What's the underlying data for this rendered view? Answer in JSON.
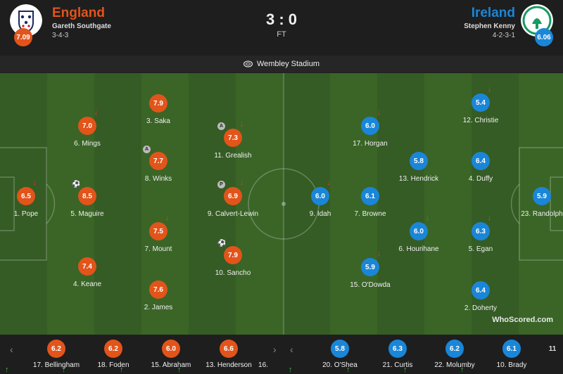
{
  "home": {
    "name": "England",
    "manager": "Gareth Southgate",
    "formation": "3-4-3",
    "rating": "7.09",
    "color": "#e2541a"
  },
  "away": {
    "name": "Ireland",
    "manager": "Stephen Kenny",
    "formation": "4-2-3-1",
    "rating": "6.06",
    "color": "#1a86d8"
  },
  "match": {
    "score": "3 : 0",
    "status": "FT",
    "venue": "Wembley Stadium"
  },
  "watermark": "WhoScored.com",
  "home_players": [
    {
      "rating": "6.5",
      "label": "1. Pope",
      "arrow": true
    },
    {
      "rating": "7.0",
      "label": "6. Mings",
      "arrow": true
    },
    {
      "rating": "8.5",
      "label": "5. Maguire",
      "ball": true
    },
    {
      "rating": "7.4",
      "label": "4. Keane"
    },
    {
      "rating": "7.9",
      "label": "3. Saka"
    },
    {
      "rating": "7.7",
      "label": "8. Winks",
      "assist": true
    },
    {
      "rating": "7.5",
      "label": "7. Mount",
      "arrow": true
    },
    {
      "rating": "7.6",
      "label": "2. James"
    },
    {
      "rating": "7.3",
      "label": "11. Grealish",
      "assist": true,
      "arrow": true
    },
    {
      "rating": "6.9",
      "label": "9. Calvert-Lewin",
      "penalty": true,
      "arrow": true
    },
    {
      "rating": "7.9",
      "label": "10. Sancho",
      "ball": true
    }
  ],
  "away_players": [
    {
      "rating": "6.0",
      "label": "9. Idah",
      "arrow": true
    },
    {
      "rating": "6.0",
      "label": "17. Horgan",
      "arrow": true
    },
    {
      "rating": "6.1",
      "label": "7. Browne"
    },
    {
      "rating": "5.9",
      "label": "15. O'Dowda",
      "arrow": true
    },
    {
      "rating": "5.8",
      "label": "13. Hendrick"
    },
    {
      "rating": "6.0",
      "label": "6. Hourihane",
      "arrow": true
    },
    {
      "rating": "5.4",
      "label": "12. Christie",
      "arrow": true
    },
    {
      "rating": "6.4",
      "label": "4. Duffy"
    },
    {
      "rating": "6.3",
      "label": "5. Egan",
      "arrow": true
    },
    {
      "rating": "6.4",
      "label": "2. Doherty"
    },
    {
      "rating": "5.9",
      "label": "23. Randolph"
    }
  ],
  "home_subs": [
    {
      "rating": "6.2",
      "label": "17. Bellingham"
    },
    {
      "rating": "6.2",
      "label": "18. Foden"
    },
    {
      "rating": "6.0",
      "label": "15. Abraham"
    },
    {
      "rating": "6.6",
      "label": "13. Henderson"
    },
    {
      "rating": "",
      "label": "16."
    }
  ],
  "away_subs": [
    {
      "rating": "5.8",
      "label": "20. O'Shea"
    },
    {
      "rating": "6.3",
      "label": "21. Curtis"
    },
    {
      "rating": "6.2",
      "label": "22. Molumby"
    },
    {
      "rating": "6.1",
      "label": "10. Brady"
    },
    {
      "rating": "11",
      "label": ""
    }
  ],
  "icons": {
    "ball": "⚽",
    "assist": "A",
    "penalty": "P",
    "arrow_down": "↓",
    "arrow_up": "↑",
    "prev": "‹",
    "next": "›",
    "stadium": "stadium-icon"
  }
}
